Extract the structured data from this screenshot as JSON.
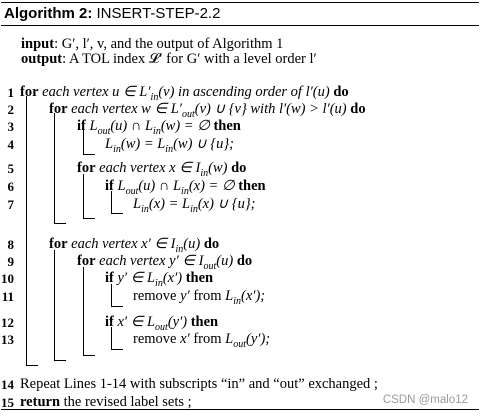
{
  "header": {
    "label": "Algorithm 2:",
    "name": "INSERT-STEP-2.2"
  },
  "io": {
    "input_keyword": "input",
    "input_text": ": G′, l′, v, and the output of Algorithm 1",
    "output_keyword": "output",
    "output_text": ": A TOL index 𝓛′ for G′ with a level order l′"
  },
  "lines": [
    {
      "num": "1",
      "parts": [
        [
          "b",
          "for"
        ],
        [
          "i",
          " each vertex u ∈ L′"
        ],
        [
          "sub",
          "in"
        ],
        [
          "i",
          "(v) in ascending order of l′(u) "
        ],
        [
          "b",
          "do"
        ]
      ]
    },
    {
      "num": "2",
      "parts": [
        [
          "b",
          "for"
        ],
        [
          "i",
          " each vertex w ∈ L′"
        ],
        [
          "sub",
          "out"
        ],
        [
          "i",
          "(v) ∪ {v} with l′(w) > l′(u) "
        ],
        [
          "b",
          "do"
        ]
      ]
    },
    {
      "num": "3",
      "parts": [
        [
          "b",
          "if "
        ],
        [
          "i",
          "L"
        ],
        [
          "sub",
          "out"
        ],
        [
          "i",
          "(u) ∩ L"
        ],
        [
          "sub",
          "in"
        ],
        [
          "i",
          "(w) = ∅ "
        ],
        [
          "b",
          "then"
        ]
      ]
    },
    {
      "num": "4",
      "parts": [
        [
          "i",
          "L"
        ],
        [
          "sub",
          "in"
        ],
        [
          "i",
          "(w) = L"
        ],
        [
          "sub",
          "in"
        ],
        [
          "i",
          "(w) ∪ {u};"
        ]
      ]
    },
    {
      "num": "5",
      "parts": [
        [
          "b",
          "for"
        ],
        [
          "i",
          " each vertex x ∈ I"
        ],
        [
          "sub",
          "in"
        ],
        [
          "i",
          "(w) "
        ],
        [
          "b",
          "do"
        ]
      ]
    },
    {
      "num": "6",
      "parts": [
        [
          "b",
          "if "
        ],
        [
          "i",
          "L"
        ],
        [
          "sub",
          "out"
        ],
        [
          "i",
          "(u) ∩ L"
        ],
        [
          "sub",
          "in"
        ],
        [
          "i",
          "(x) = ∅ "
        ],
        [
          "b",
          "then"
        ]
      ]
    },
    {
      "num": "7",
      "parts": [
        [
          "i",
          "L"
        ],
        [
          "sub",
          "in"
        ],
        [
          "i",
          "(x) = L"
        ],
        [
          "sub",
          "in"
        ],
        [
          "i",
          "(x) ∪ {u};"
        ]
      ]
    },
    {
      "num": "8",
      "parts": [
        [
          "b",
          "for"
        ],
        [
          "i",
          " each vertex x′ ∈ I"
        ],
        [
          "sub",
          "in"
        ],
        [
          "i",
          "(u) "
        ],
        [
          "b",
          "do"
        ]
      ]
    },
    {
      "num": "9",
      "parts": [
        [
          "b",
          "for"
        ],
        [
          "i",
          " each vertex y′ ∈ I"
        ],
        [
          "sub",
          "out"
        ],
        [
          "i",
          "(u) "
        ],
        [
          "b",
          "do"
        ]
      ]
    },
    {
      "num": "10",
      "parts": [
        [
          "b",
          "if "
        ],
        [
          "i",
          "y′ ∈ L"
        ],
        [
          "sub",
          "in"
        ],
        [
          "i",
          "(x′) "
        ],
        [
          "b",
          "then"
        ]
      ]
    },
    {
      "num": "11",
      "parts": [
        [
          "n",
          "remove "
        ],
        [
          "i",
          "y′"
        ],
        [
          "n",
          " from "
        ],
        [
          "i",
          "L"
        ],
        [
          "sub",
          "in"
        ],
        [
          "i",
          "(x′);"
        ]
      ]
    },
    {
      "num": "12",
      "parts": [
        [
          "b",
          "if "
        ],
        [
          "i",
          "x′ ∈ L"
        ],
        [
          "sub",
          "out"
        ],
        [
          "i",
          "(y′) "
        ],
        [
          "b",
          "then"
        ]
      ]
    },
    {
      "num": "13",
      "parts": [
        [
          "n",
          "remove "
        ],
        [
          "i",
          "x′"
        ],
        [
          "n",
          " from "
        ],
        [
          "i",
          "L"
        ],
        [
          "sub",
          "out"
        ],
        [
          "i",
          "(y′);"
        ]
      ]
    },
    {
      "num": "14",
      "parts": [
        [
          "n",
          "Repeat Lines 1-14 with subscripts “in” and “out” exchanged ;"
        ]
      ]
    },
    {
      "num": "15",
      "parts": [
        [
          "b",
          "return"
        ],
        [
          "n",
          " the revised label sets ;"
        ]
      ]
    }
  ],
  "watermark": "CSDN @malo12"
}
